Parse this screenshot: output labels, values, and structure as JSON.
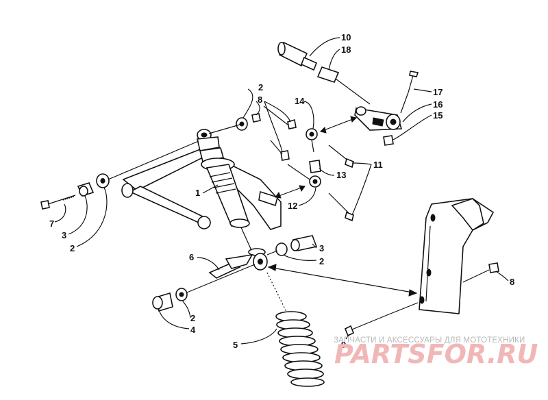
{
  "diagram": {
    "callouts": {
      "c1": "1",
      "c2a": "2",
      "c2b": "2",
      "c2c": "2",
      "c2d": "2",
      "c3a": "3",
      "c3b": "3",
      "c4": "4",
      "c5": "5",
      "c6": "6",
      "c7": "7",
      "c8a": "8",
      "c8b": "8",
      "c9": "9",
      "c10": "10",
      "c11": "11",
      "c12": "12",
      "c13": "13",
      "c14": "14",
      "c15": "15",
      "c16": "16",
      "c17": "17",
      "c18": "18"
    }
  },
  "watermark": {
    "tagline": "ЗАПЧАСТИ И АКСЕССУАРЫ ДЛЯ МОТОТЕХНИКИ",
    "brand": "PARTSFOR.RU",
    "brand_color": "#e88a8a"
  }
}
